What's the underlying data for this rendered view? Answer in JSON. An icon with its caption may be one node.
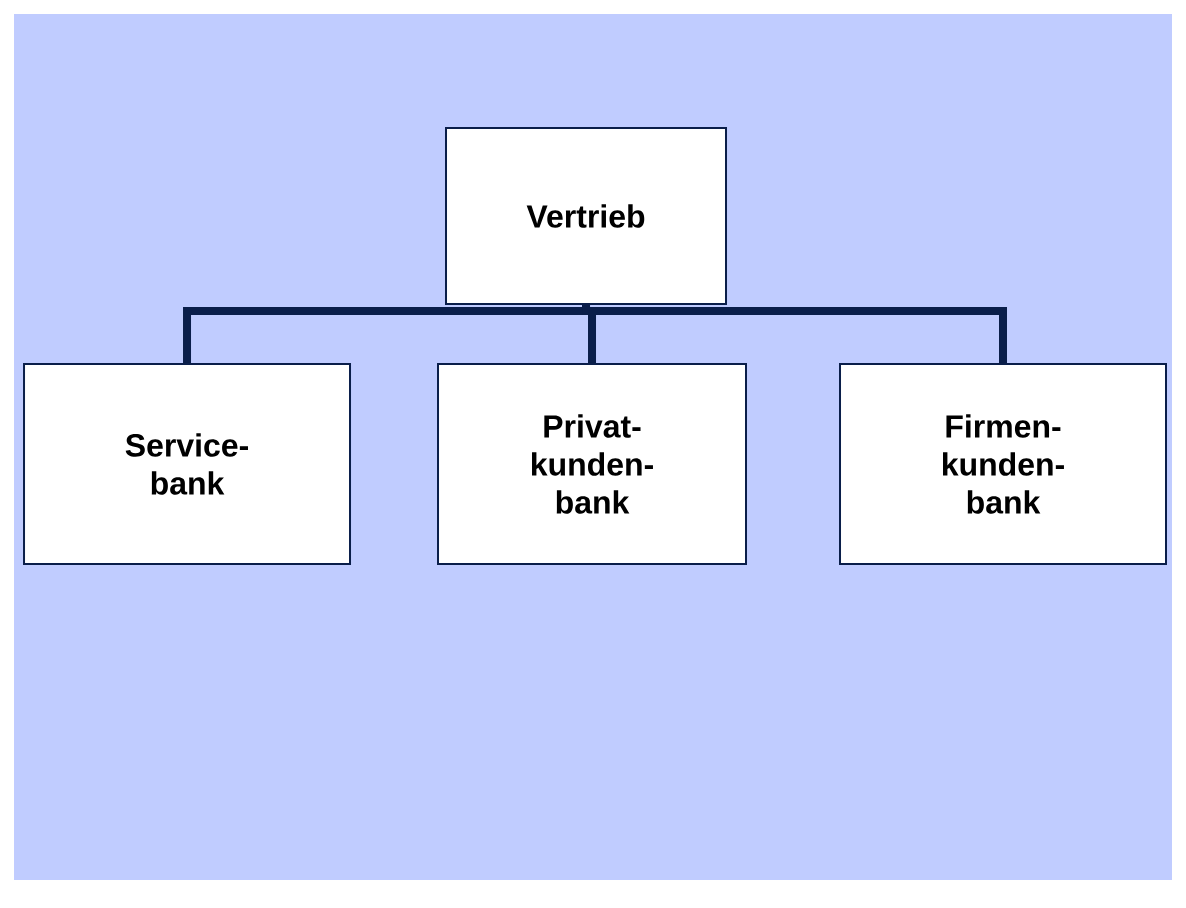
{
  "diagram": {
    "nodes": [
      {
        "text": [
          "Vertrieb"
        ]
      },
      {
        "text": [
          "Service- bank"
        ]
      },
      {
        "text": [
          "Privat- kunden- bank"
        ]
      },
      {
        "text": [
          "Firmen- kunden- bank"
        ]
      }
    ],
    "edges": [
      {
        "from": 0,
        "to": 1,
        "arrow": "none"
      },
      {
        "from": 0,
        "to": 2,
        "arrow": "none"
      },
      {
        "from": 0,
        "to": 3,
        "arrow": "none"
      }
    ]
  }
}
